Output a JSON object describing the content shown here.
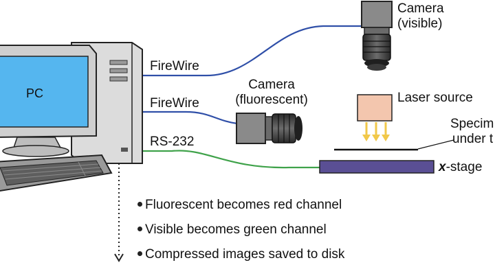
{
  "diagram": {
    "pc_label": "PC",
    "links": [
      {
        "label": "FireWire",
        "color": "#2f4fa8"
      },
      {
        "label": "FireWire",
        "color": "#2f4fa8"
      },
      {
        "label": "RS-232",
        "color": "#3fa24a"
      }
    ],
    "camera_visible": {
      "line1": "Camera",
      "line2": "(visible)"
    },
    "camera_fluorescent": {
      "line1": "Camera",
      "line2": "(fluorescent)"
    },
    "laser_source": "Laser source",
    "specimen": {
      "line1": "Specim",
      "line2": "under t"
    },
    "x_stage": {
      "italic": "x",
      "rest": "-stage"
    },
    "bullets": [
      "Fluorescent becomes red channel",
      "Visible becomes green channel",
      "Compressed images saved to disk"
    ],
    "colors": {
      "monitor_screen": "#55b6ef",
      "stage_fill": "#5a4f94",
      "laser_box": "#f3c6ae",
      "laser_arrows": "#f1c84a",
      "camera_body": "#8a8a8a"
    }
  }
}
